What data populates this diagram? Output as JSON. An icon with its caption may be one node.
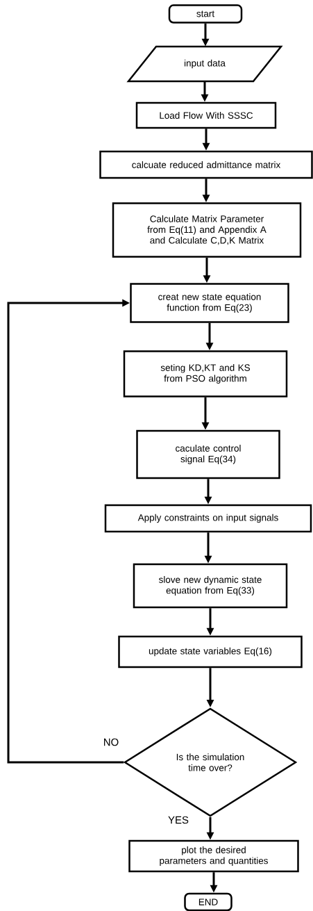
{
  "diagram": {
    "nodes": [
      {
        "text": [
          "start"
        ]
      },
      {
        "text": [
          "input data"
        ]
      },
      {
        "text": [
          "Load Flow With SSSC"
        ]
      },
      {
        "text": [
          "calcuate reduced admittance matrix"
        ]
      },
      {
        "text": [
          "Calculate Matrix Parameter from Eq(11) and Appendix A and Calculate C,D,K Matrix"
        ]
      },
      {
        "text": [
          "creat new state equation function from Eq(23)"
        ]
      },
      {
        "text": [
          "seting KD,KT and KS from PSO algorithm"
        ]
      },
      {
        "text": [
          "caculate control signal Eq(34)"
        ]
      },
      {
        "text": [
          "Apply constraints on input signals"
        ]
      },
      {
        "text": [
          "slove new dynamic state equation from Eq(33)"
        ]
      },
      {
        "text": [
          "update state variables Eq(16)"
        ]
      },
      {
        "text": [
          "Is the simulation time over?"
        ]
      },
      {
        "text": [
          "plot the desired parameters and quantities"
        ]
      },
      {
        "text": [
          "END"
        ]
      }
    ],
    "edges": [
      {
        "from": 0,
        "to": 1,
        "arrow": "to"
      },
      {
        "from": 1,
        "to": 2,
        "arrow": "to"
      },
      {
        "from": 2,
        "to": 3,
        "arrow": "to"
      },
      {
        "from": 3,
        "to": 4,
        "arrow": "to"
      },
      {
        "from": 4,
        "to": 5,
        "arrow": "to"
      },
      {
        "from": 5,
        "to": 6,
        "arrow": "to"
      },
      {
        "from": 6,
        "to": 7,
        "arrow": "to"
      },
      {
        "from": 7,
        "to": 8,
        "arrow": "to"
      },
      {
        "from": 8,
        "to": 9,
        "arrow": "to"
      },
      {
        "from": 9,
        "to": 10,
        "arrow": "to"
      },
      {
        "from": 10,
        "to": 11,
        "arrow": "to"
      },
      {
        "from": 11,
        "to": 5,
        "label": "NO",
        "arrow": "to"
      },
      {
        "from": 11,
        "to": 12,
        "label": "YES",
        "arrow": "to"
      },
      {
        "from": 12,
        "to": 13,
        "arrow": "to"
      }
    ]
  }
}
